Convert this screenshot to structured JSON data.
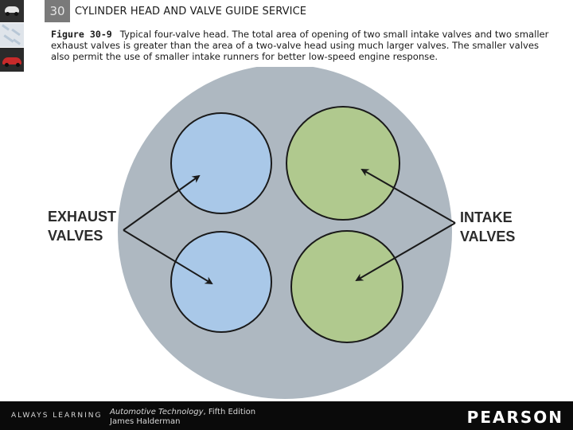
{
  "header": {
    "chapter_number": "30",
    "chapter_title": "CYLINDER HEAD AND VALVE GUIDE SERVICE"
  },
  "caption": {
    "figure_label": "Figure 30-9",
    "text": "Typical four-valve head. The total area of opening of two small intake valves and two smaller exhaust valves is greater than the area of a two-valve head using much larger valves. The smaller valves also permit the use of smaller intake runners for better low-speed engine response."
  },
  "diagram": {
    "exhaust_label_line1": "EXHAUST",
    "exhaust_label_line2": "VALVES",
    "intake_label_line1": "INTAKE",
    "intake_label_line2": "VALVES",
    "colors": {
      "head": "#aeb8c1",
      "exhaust_valve": "#a9c8e8",
      "intake_valve": "#b0c98e",
      "outline": "#1a1a1a"
    }
  },
  "footer": {
    "always_learning": "ALWAYS LEARNING",
    "book_title": "Automotive Technology",
    "book_edition": ", Fifth Edition",
    "author": "James Halderman",
    "publisher": "PEARSON"
  }
}
